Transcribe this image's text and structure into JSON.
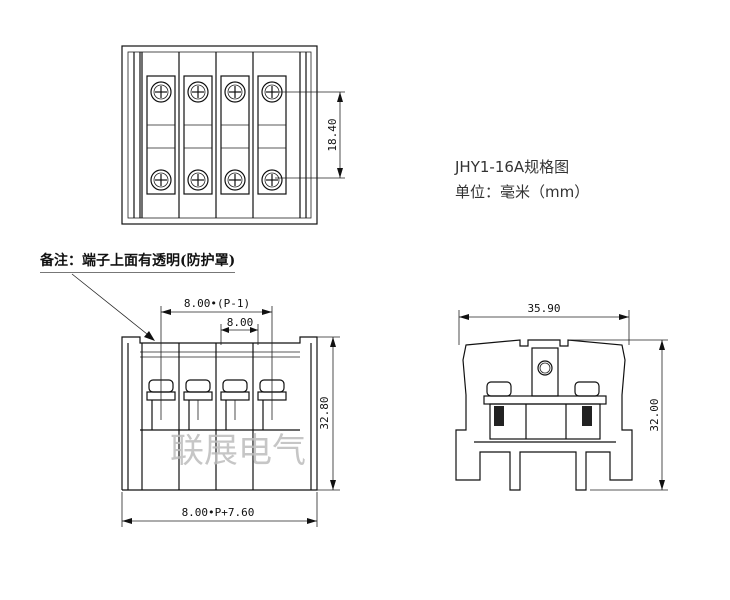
{
  "title": "JHY1-16A规格图",
  "unit": "单位：毫米（mm）",
  "note": "备注：端子上面有透明(防护罩)",
  "watermark": "联展电气",
  "top_view": {
    "pitch_vertical": "18.40"
  },
  "front_view": {
    "span": "8.00•(P-1)",
    "pitch": "8.00",
    "height": "32.80",
    "width": "8.00•P+7.60"
  },
  "side_view": {
    "width": "35.90",
    "height": "32.00"
  },
  "poles": 4
}
